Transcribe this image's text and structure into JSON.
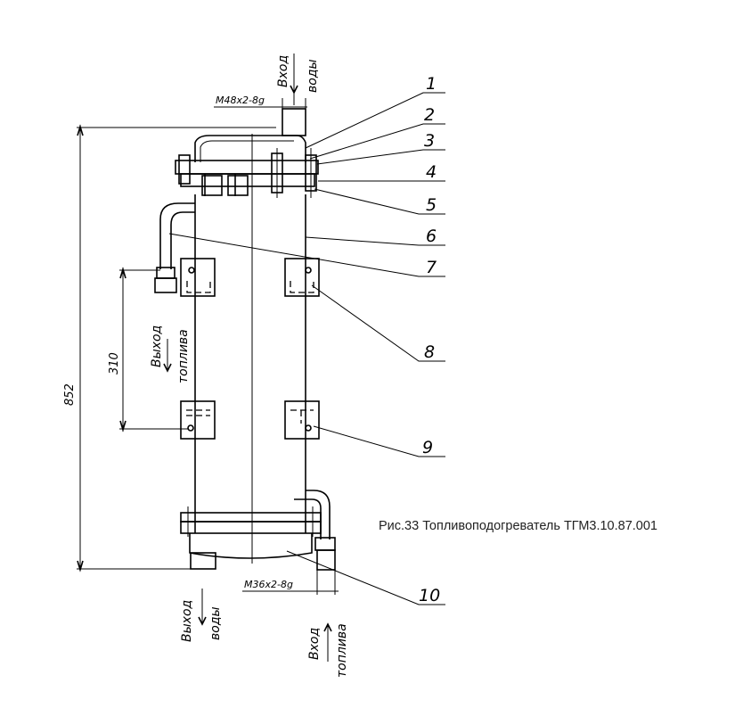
{
  "caption": "Рис.33 Топливоподогреватель ТГМ3.10.87.001",
  "callouts": [
    "1",
    "2",
    "3",
    "4",
    "5",
    "6",
    "7",
    "8",
    "9",
    "10"
  ],
  "dimensions": {
    "thread_top": "М48х2-8g",
    "thread_bottom": "М36х2-8g",
    "height_total": "852",
    "fuel_outlet_spacing": "310"
  },
  "flow_labels": {
    "water_in": [
      "Вход",
      "воды"
    ],
    "fuel_out": [
      "Выход",
      "топлива"
    ],
    "water_out": [
      "Выход",
      "воды"
    ],
    "fuel_in": [
      "Вход",
      "топлива"
    ]
  }
}
